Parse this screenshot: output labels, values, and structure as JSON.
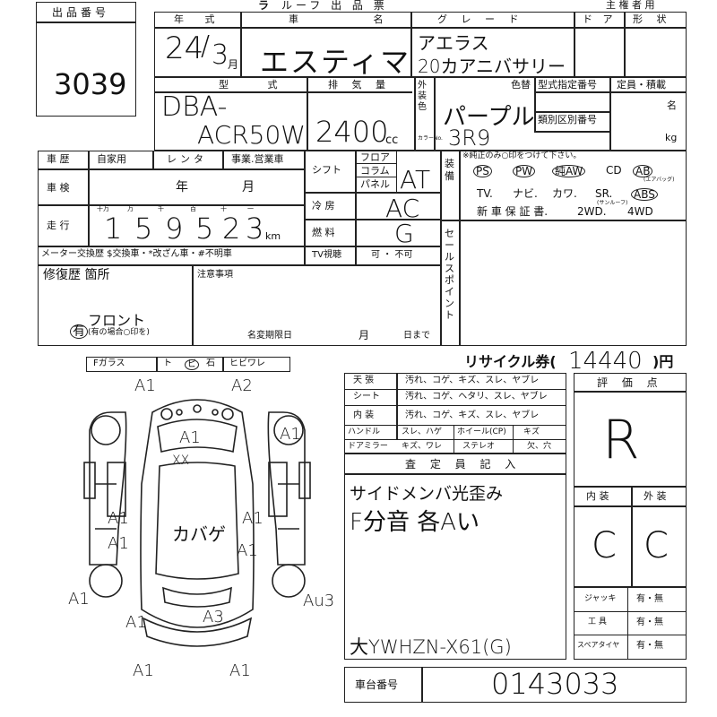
{
  "lot": {
    "label": "出品番号",
    "number": "3039"
  },
  "header": {
    "brand_partial": "ラ",
    "doc_title": "ルーフ 出 品 票",
    "owner_note": "主 権 者 用",
    "year_label": "年 式",
    "name_label": "車 名",
    "grade_label": "グ レ ー ド",
    "door_label": "ド ア",
    "shape_label": "形 状"
  },
  "car": {
    "year": "24",
    "year_sep": "/",
    "month": "3",
    "month_unit": "月",
    "name": "エスティマ",
    "grade_line1": "アエラス",
    "grade_line2": "20カアニバサリー"
  },
  "specs": {
    "type_label": "型 式",
    "type_value1": "DBA-",
    "type_value2": "ACR50W",
    "disp_label": "排 気 量",
    "disp_value": "2400",
    "disp_unit": "cc",
    "ext_color_label": "外装色",
    "color_label": "色替",
    "model_no_label": "型式指定番号",
    "class_no_label": "類別区別番号",
    "color_value": "パープル",
    "color_code": "3R9",
    "capacity_label": "定員・積載",
    "capacity_unit1": "名",
    "capacity_unit2": "kg",
    "color_no_label": "カラーNo."
  },
  "history": {
    "label": "車 歴",
    "options": [
      "自家用",
      "レンタ",
      "事業.営業車"
    ],
    "inspection_label": "車 検",
    "inspection_year": "年",
    "inspection_month": "月",
    "mileage_label": "走 行",
    "mileage_units": [
      "十万",
      "万",
      "千",
      "百",
      "十",
      "一"
    ],
    "mileage_digits": [
      "1",
      "5",
      "9",
      "5",
      "2",
      "3"
    ],
    "mileage_unit": "km",
    "meter_note": "メーター交換歴 $交換車・*改ざん車・#不明車"
  },
  "drive": {
    "shift_label": "シフト",
    "shift_options": [
      "フロア",
      "コラム",
      "パネル"
    ],
    "shift_value": "AT",
    "ac_label": "冷 房",
    "ac_value": "AC",
    "fuel_label": "燃 料",
    "fuel_value": "G",
    "tv_label": "TV視聴",
    "tv_value": "可 ・ 不可"
  },
  "equipment": {
    "label": "装備",
    "note": "※純正のみ○印をつけて下さい。",
    "row1": [
      "PS",
      "PW",
      "純AW",
      "CD",
      "AB"
    ],
    "ab_sub": "(エアバッグ)",
    "row2": [
      "TV.",
      "ナビ.",
      "カワ.",
      "SR.",
      "ABS"
    ],
    "sr_sub": "(サンルーフ)",
    "row3": [
      "新 車 保 証 書.",
      "2WD.",
      "4WD"
    ]
  },
  "sales_point": {
    "label": "セールスポイント"
  },
  "repair": {
    "label": "修復歴 箇所",
    "notes_label": "注意事項",
    "yes_label": "有",
    "location": "フロント",
    "yes_note": "(有の場合○印を)",
    "name_change": "名変期限日",
    "month": "月",
    "day_until": "日まで"
  },
  "glass": {
    "label": "Fガラス",
    "opts": [
      "ト",
      "ビ",
      "石",
      "ヒビワレ"
    ]
  },
  "recycle": {
    "label": "リサイクル券(",
    "value": "14440",
    "unit": ")円"
  },
  "condition": {
    "rows": [
      {
        "label": "天 張",
        "opts": "汚れ、コゲ、キズ、スレ、ヤブレ"
      },
      {
        "label": "シート",
        "opts": "汚れ、コゲ、ヘタリ、スレ、ヤブレ"
      },
      {
        "label": "内 装",
        "opts": "汚れ、コゲ、キズ、スレ、ヤブレ"
      },
      {
        "label": "ハンドル",
        "opts": "スレ、ハゲ"
      },
      {
        "label": "ドアミラー",
        "opts": "キズ、ワレ"
      }
    ],
    "wheel_label": "ホイール(CP)",
    "wheel_value": "キズ",
    "stereo_label": "ステレオ",
    "stereo_value": "欠、穴"
  },
  "inspector": {
    "label": "査 定 員 記 入",
    "line1": "サイドメンバ光歪み",
    "line2": "F分音 各Aい",
    "frame_code": "大YWHZN-X61(G)"
  },
  "score": {
    "label": "評 価 点",
    "value": "R",
    "interior_label": "内 装",
    "exterior_label": "外 装",
    "interior_value": "C",
    "exterior_value": "C"
  },
  "tools": [
    {
      "label": "ジャッキ",
      "value": "有・無"
    },
    {
      "label": "工 具",
      "value": "有・無"
    },
    {
      "label": "スペアタイヤ",
      "value": "有・無"
    }
  ],
  "chassis": {
    "label": "車台番号",
    "value": "0143033"
  },
  "diagram": {
    "marks": [
      "A1",
      "A2",
      "A1",
      "A1",
      "A1",
      "A1",
      "A1",
      "A1",
      "A1",
      "A1",
      "A3",
      "A1",
      "A1",
      "Au3"
    ],
    "center_text": "カバゲ",
    "xx": "XX"
  }
}
